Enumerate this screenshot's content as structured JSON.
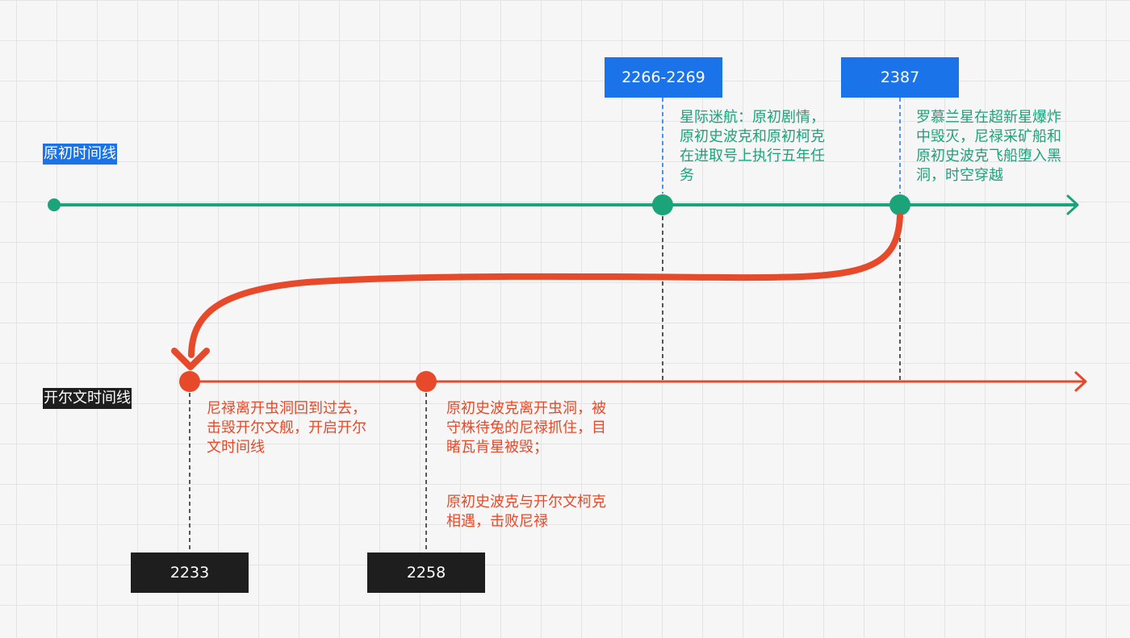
{
  "lanes": {
    "original": {
      "label": "原初时间线",
      "color": "#1ba37a",
      "label_bg": "#1a73e8"
    },
    "kelvin": {
      "label": "开尔文时间线",
      "color": "#e64a2a",
      "label_bg": "#1e1e1e"
    }
  },
  "events": {
    "e2266": {
      "year": "2266-2269",
      "note": "星际迷航：原初剧情，\n原初史波克和原初柯克\n在进取号上执行五年任\n务"
    },
    "e2387": {
      "year": "2387",
      "note": "罗慕兰星在超新星爆炸\n中毁灭，尼禄采矿船和\n原初史波克飞船堕入黑\n洞，时空穿越"
    },
    "e2233": {
      "year": "2233",
      "note": "尼禄离开虫洞回到过去，\n击毁开尔文舰，开启开尔\n文时间线"
    },
    "e2258": {
      "year": "2258",
      "note_a": "原初史波克离开虫洞，被\n守株待兔的尼禄抓住，目\n睹瓦肯星被毁；",
      "note_b": "原初史波克与开尔文柯克\n相遇，击败尼禄"
    }
  },
  "colors": {
    "green": "#1ba37a",
    "red": "#e64a2a",
    "blue": "#1a73e8",
    "dark": "#1e1e1e",
    "grid": "#e4e4e4",
    "background": "#f6f6f6"
  }
}
